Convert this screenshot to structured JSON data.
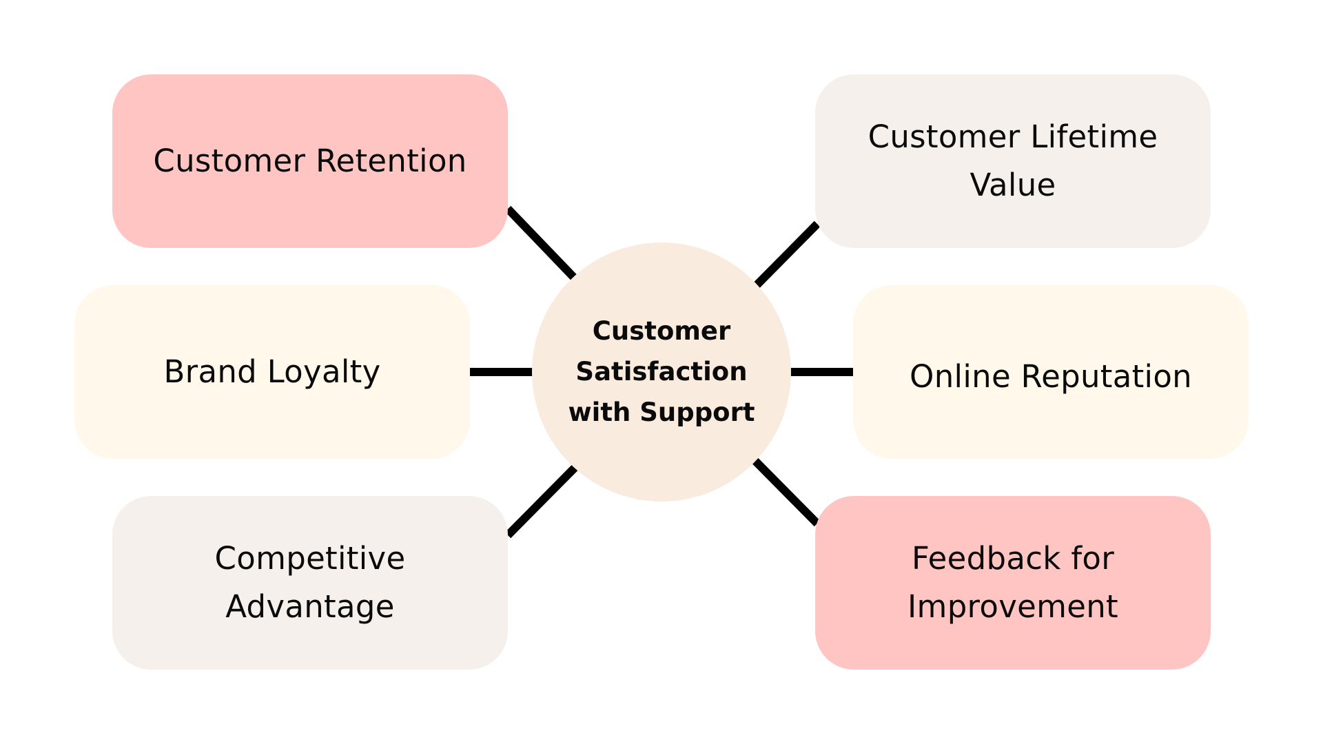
{
  "diagram": {
    "type": "hub-and-spoke",
    "center": {
      "label": "Customer Satisfaction with Support",
      "color": "#F9ECDF"
    },
    "nodes": [
      {
        "id": "customer-retention",
        "label": "Customer Retention",
        "position": "top-left",
        "color": "#FFC5C3"
      },
      {
        "id": "customer-lifetime-value",
        "label": "Customer Lifetime Value",
        "position": "top-right",
        "color": "#F5F0EB"
      },
      {
        "id": "brand-loyalty",
        "label": "Brand Loyalty",
        "position": "middle-left",
        "color": "#FFF8EB"
      },
      {
        "id": "online-reputation",
        "label": "Online Reputation",
        "position": "middle-right",
        "color": "#FFF8EB"
      },
      {
        "id": "competitive-advantage",
        "label": "Competitive Advantage",
        "position": "bottom-left",
        "color": "#F5F0EB"
      },
      {
        "id": "feedback-for-improvement",
        "label": "Feedback for Improvement",
        "position": "bottom-right",
        "color": "#FFC5C3"
      }
    ],
    "connector_color": "#000000"
  }
}
